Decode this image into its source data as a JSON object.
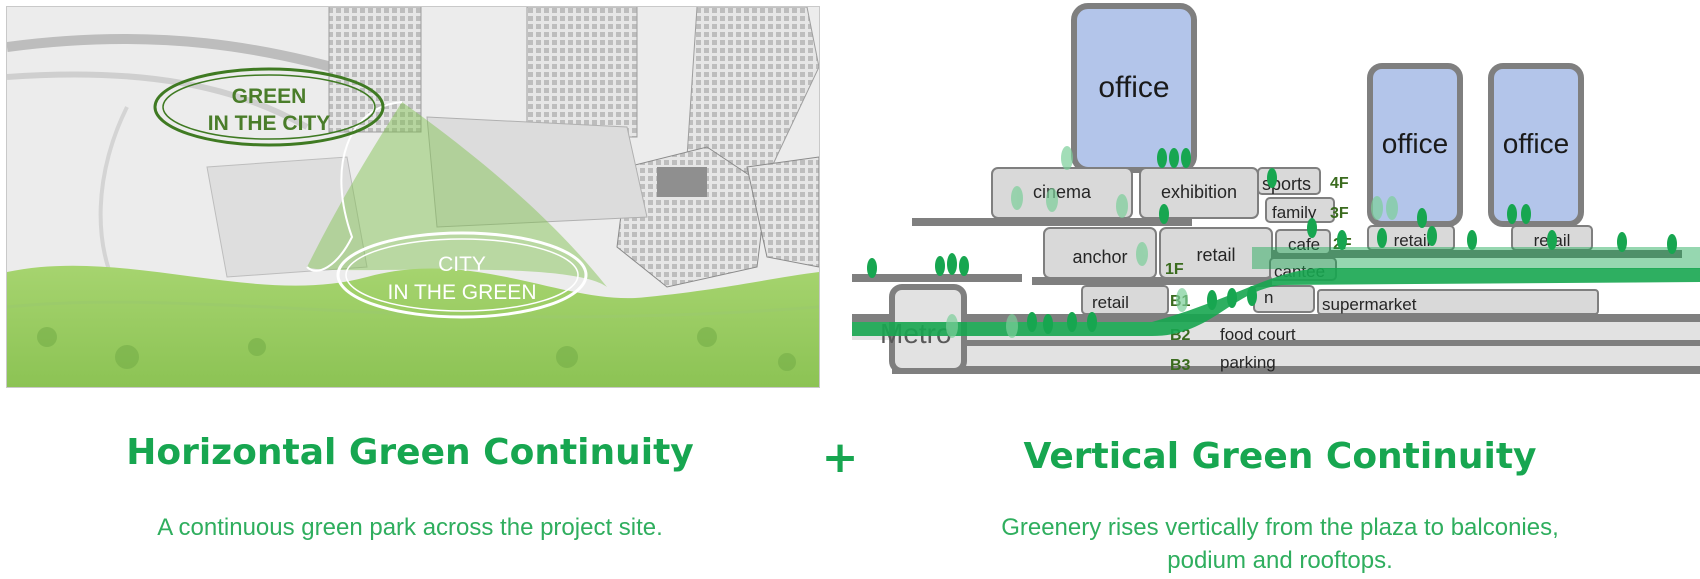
{
  "left": {
    "label_green_line1": "GREEN",
    "label_green_line2": "IN THE CITY",
    "label_city_line1": "CITY",
    "label_city_line2": "IN THE GREEN"
  },
  "right": {
    "office_large": "office",
    "office_mid": "office",
    "office_right": "office",
    "cinema": "cinema",
    "exhibition": "exhibition",
    "sports": "sports",
    "family": "family",
    "anchor": "anchor",
    "retail_center": "retail",
    "cafe": "cafe",
    "canteen": "cantee",
    "retail_low": "retail",
    "n_label": "n",
    "supermarket": "supermarket",
    "metro": "Metro",
    "food_court": "food court",
    "parking": "parking",
    "retail_tower1": "retail",
    "retail_tower2": "retail",
    "floor_4f": "4F",
    "floor_3f": "3F",
    "floor_2f": "2F",
    "floor_1f": "1F",
    "floor_b1": "B1",
    "floor_b2": "B2",
    "floor_b3": "B3"
  },
  "captions": {
    "left_title": "Horizontal Green Continuity",
    "left_sub": "A continuous green park across the project site.",
    "plus": "+",
    "right_title": "Vertical Green Continuity",
    "right_sub_line1": "Greenery rises vertically from the plaza to balconies,",
    "right_sub_line2": "podium and rooftops."
  },
  "colors": {
    "green_accent": "#17a650",
    "office_blue": "#b3c5ea",
    "block_grey": "#d9d9d9",
    "outline_grey": "#7f7f7f",
    "lawn_green": "#8dc75a",
    "label_green": "#4a7d2a"
  }
}
